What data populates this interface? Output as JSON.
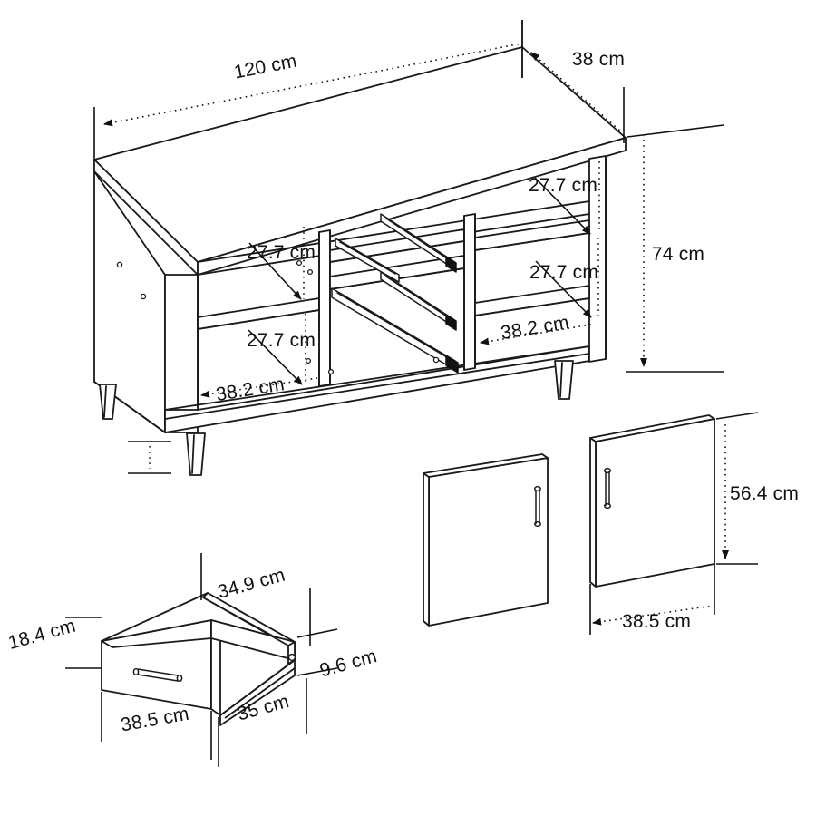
{
  "drawing": {
    "title": "TV Stand Assembly Dimension Drawing",
    "units": "cm",
    "line_color": "#1a1a1a",
    "fill_color": "#ffffff",
    "text_color": "#111111"
  },
  "cabinet": {
    "name": "main-cabinet",
    "overall_width": "120 cm",
    "overall_depth": "38 cm",
    "overall_height": "74 cm",
    "compartments": {
      "left_shelf_upper": "27.7 cm",
      "left_shelf_lower": "27.7 cm",
      "left_bay_width": "38.2 cm",
      "right_shelf_upper": "27.7 cm",
      "right_shelf_lower": "27.7 cm",
      "right_bay_width": "38.2 cm"
    }
  },
  "doors": {
    "name": "door-panels",
    "count": 2,
    "height": "56.4 cm",
    "width": "38.5 cm",
    "handle": "vertical-bar-handle"
  },
  "drawer": {
    "name": "drawer-box",
    "front_width": "38.5 cm",
    "front_height": "18.4 cm",
    "interior_width": "34.9 cm",
    "box_depth": "35 cm",
    "box_side_height": "9.6 cm",
    "handle": "horizontal-bar-handle"
  },
  "labels": {
    "width_120": "120 cm",
    "depth_38": "38 cm",
    "height_74": "74 cm",
    "shelf_a": "27.7 cm",
    "shelf_b": "27.7 cm",
    "shelf_c": "27.7 cm",
    "shelf_d": "27.7 cm",
    "bay_left": "38.2 cm",
    "bay_right": "38.2 cm",
    "door_height": "56.4 cm",
    "door_width": "38.5 cm",
    "drawer_interior_width": "34.9 cm",
    "drawer_front_height": "18.4 cm",
    "drawer_side_height": "9.6 cm",
    "drawer_front_width": "38.5 cm",
    "drawer_depth": "35 cm"
  }
}
